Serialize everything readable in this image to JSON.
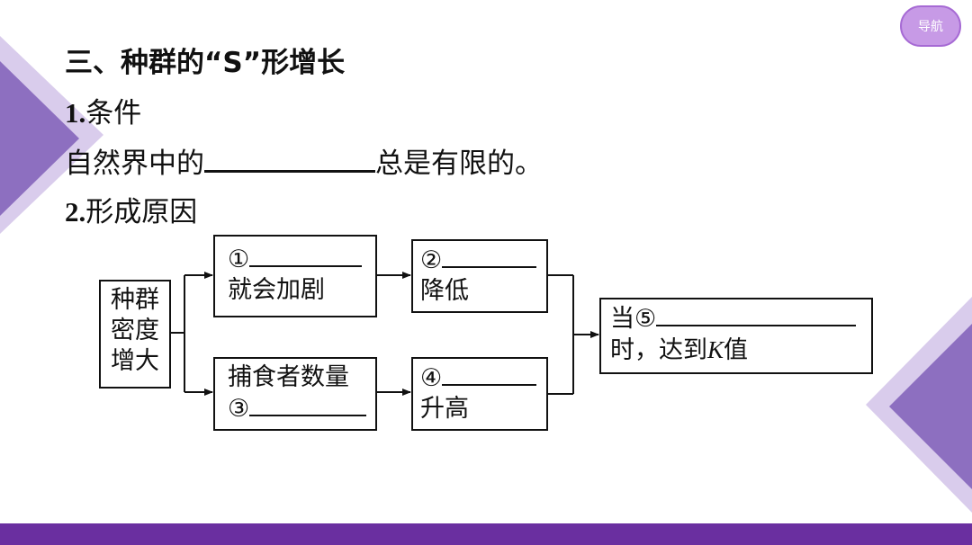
{
  "nav": {
    "label": "导航"
  },
  "heading": "三、种群的“S”形增长",
  "section1": {
    "number": "1.",
    "title": "条件"
  },
  "condition": {
    "before": "自然界中的",
    "after": "总是有限的。"
  },
  "section2": {
    "number": "2.",
    "title": "形成原因"
  },
  "diagram": {
    "start": [
      "种群",
      "密度",
      "增大"
    ],
    "box1": {
      "marker": "①",
      "text": "就会加剧"
    },
    "box2": {
      "marker": "②",
      "text": "降低"
    },
    "box3": {
      "text": "捕食者数量",
      "marker": "③"
    },
    "box4": {
      "marker": "④",
      "text": "升高"
    },
    "box5": {
      "marker": "当⑤",
      "text_before": "时，达到",
      "k": "K",
      "text_after": "值"
    }
  },
  "colors": {
    "accent": "#6a2fa0",
    "nav_badge": "#c79ae6",
    "deco_light": "#d9ccec",
    "deco_dark": "#8d6fc0"
  }
}
